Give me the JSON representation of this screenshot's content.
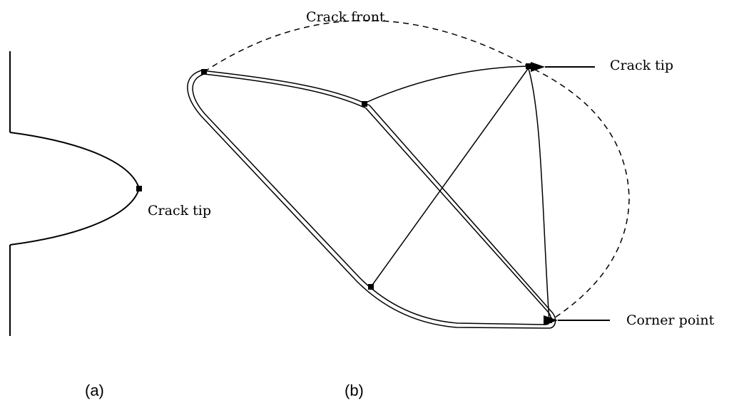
{
  "figure": {
    "panel_a": {
      "tip_label": "Crack tip",
      "caption": "(a)"
    },
    "panel_b": {
      "front_label": "Crack front",
      "tip_label": "Crack tip",
      "corner_label": "Corner point",
      "caption": "(b)"
    }
  }
}
